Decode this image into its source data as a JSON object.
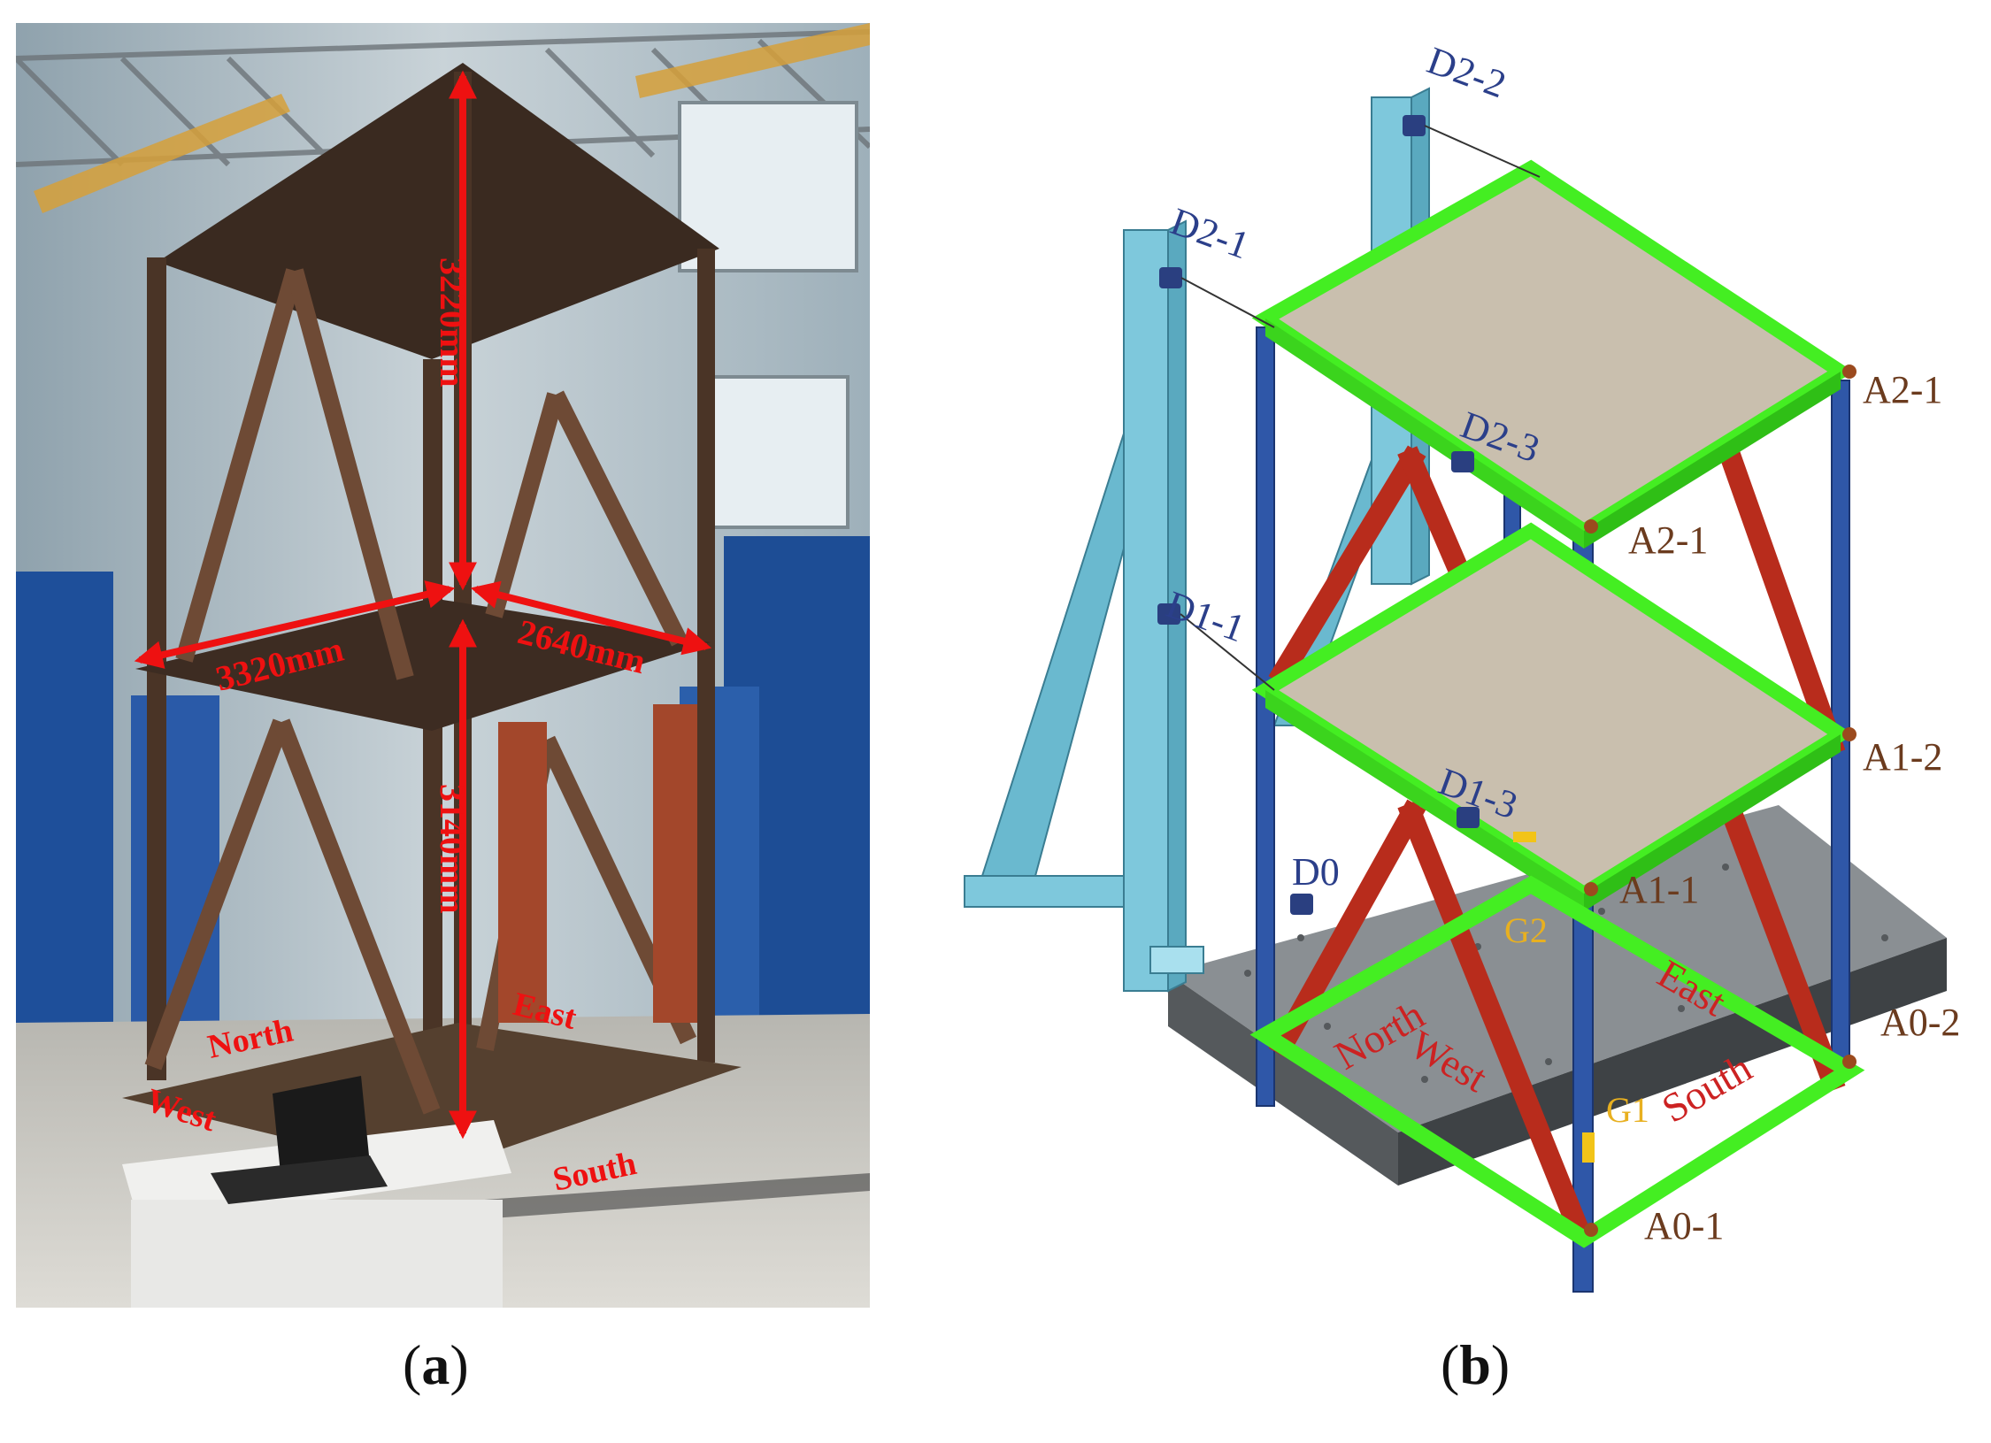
{
  "panel_a": {
    "dims": {
      "height_upper": "3220mm",
      "height_lower": "3140mm",
      "length": "3320mm",
      "width": "2640mm"
    },
    "directions": {
      "north": "North",
      "east": "East",
      "west": "West",
      "south": "South"
    },
    "caption": {
      "open": "(",
      "letter": "a",
      "close": ")"
    }
  },
  "panel_b": {
    "sensors": {
      "d2_2": "D2-2",
      "d2_1": "D2-1",
      "d2_3": "D2-3",
      "d1_1": "D1-1",
      "d1_3": "D1-3",
      "d0": "D0",
      "a2_1_top": "A2-1",
      "a2_1": "A2-1",
      "a1_2": "A1-2",
      "a1_1": "A1-1",
      "a0_2": "A0-2",
      "a0_1": "A0-1",
      "g1": "G1",
      "g2": "G2"
    },
    "directions": {
      "north": "North",
      "east": "East",
      "west": "West",
      "south": "South"
    },
    "caption": {
      "open": "(",
      "letter": "b",
      "close": ")"
    }
  },
  "colors": {
    "dim_arrow": "#ee1111",
    "sensor_label_blue": "#2b3f8a",
    "sensor_label_brown": "#6b3b1e",
    "gauge_label": "#e8b020",
    "beam_green": "#44ee22",
    "column_blue": "#2f57a8",
    "brace_red": "#b82c1c",
    "support_cyan": "#7ec8dc"
  }
}
